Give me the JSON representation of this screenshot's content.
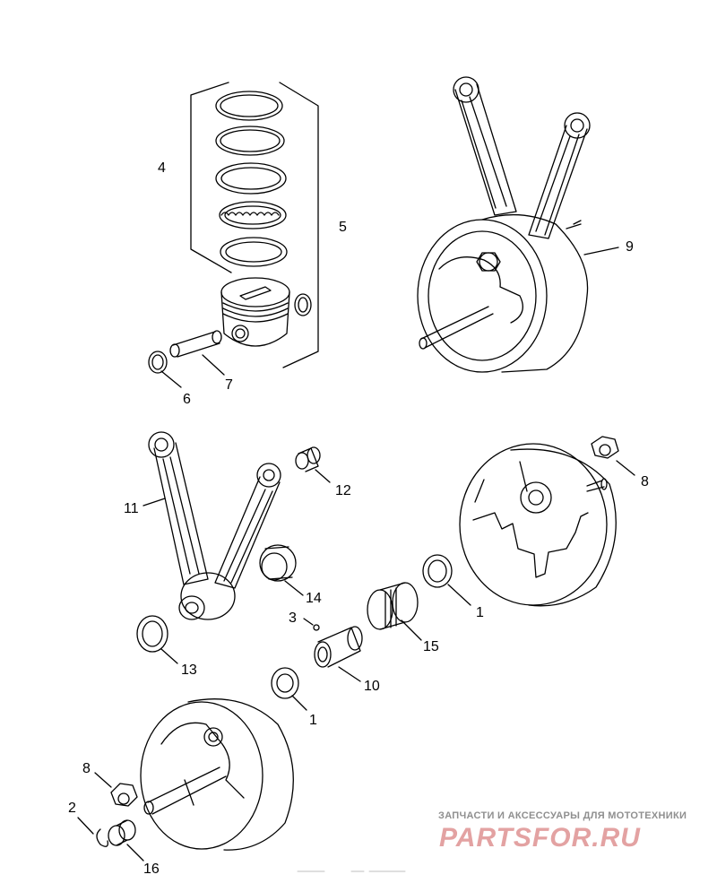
{
  "labels": {
    "piston_rings_set": "4",
    "piston_kit": "5",
    "pin_retainer": "6",
    "piston_pin": "7",
    "flywheel_assembly": "9",
    "nut_upper": "8",
    "rod_bushing": "12",
    "connecting_rods": "11",
    "bearing_race_14": "14",
    "bearing_race_13": "13",
    "thrust_washer_right": "1",
    "bearing_cage": "15",
    "plug": "3",
    "crank_pin": "10",
    "thrust_washer_center": "1",
    "nut_lower": "8",
    "retaining_ring": "2",
    "bushing": "16"
  },
  "watermark": {
    "tagline": "ЗАПЧАСТИ И АКСЕССУАРЫ ДЛЯ МОТОТЕХНИКИ",
    "logo": "PARTSFOR.RU",
    "colors": {
      "logo": "#e3a2a2",
      "tagline": "#8f8f8f"
    }
  }
}
